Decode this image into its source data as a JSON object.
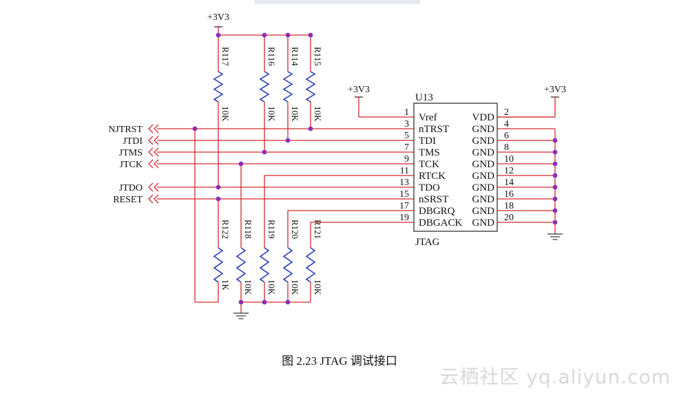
{
  "supply_label": "+3V3",
  "resistors_top": [
    {
      "ref": "R117",
      "value": "10K"
    },
    {
      "ref": "R116",
      "value": "10K"
    },
    {
      "ref": "R114",
      "value": "10K"
    },
    {
      "ref": "R115",
      "value": "10K"
    }
  ],
  "resistors_bottom": [
    {
      "ref": "R122",
      "value": "1K"
    },
    {
      "ref": "R118",
      "value": "10K"
    },
    {
      "ref": "R119",
      "value": "10K"
    },
    {
      "ref": "R120",
      "value": "10K"
    },
    {
      "ref": "R121",
      "value": "10K"
    }
  ],
  "signals": [
    "NJTRST",
    "JTDI",
    "JTMS",
    "JTCK",
    "JTDO",
    "RESET"
  ],
  "connector": {
    "ref": "U13",
    "name": "JTAG",
    "left_pins": [
      {
        "num": "1",
        "name": "Vref"
      },
      {
        "num": "3",
        "name": "nTRST"
      },
      {
        "num": "5",
        "name": "TDI"
      },
      {
        "num": "7",
        "name": "TMS"
      },
      {
        "num": "9",
        "name": "TCK"
      },
      {
        "num": "11",
        "name": "RTCK"
      },
      {
        "num": "13",
        "name": "TDO"
      },
      {
        "num": "15",
        "name": "nSRST"
      },
      {
        "num": "17",
        "name": "DBGRQ"
      },
      {
        "num": "19",
        "name": "DBGACK"
      }
    ],
    "right_pins": [
      {
        "num": "2",
        "name": "VDD"
      },
      {
        "num": "4",
        "name": "GND"
      },
      {
        "num": "6",
        "name": "GND"
      },
      {
        "num": "8",
        "name": "GND"
      },
      {
        "num": "10",
        "name": "GND"
      },
      {
        "num": "12",
        "name": "GND"
      },
      {
        "num": "14",
        "name": "GND"
      },
      {
        "num": "16",
        "name": "GND"
      },
      {
        "num": "18",
        "name": "GND"
      },
      {
        "num": "20",
        "name": "GND"
      }
    ]
  },
  "caption": "图 2.23    JTAG 调试接口",
  "watermark": "云栖社区 yq.aliyun.com"
}
